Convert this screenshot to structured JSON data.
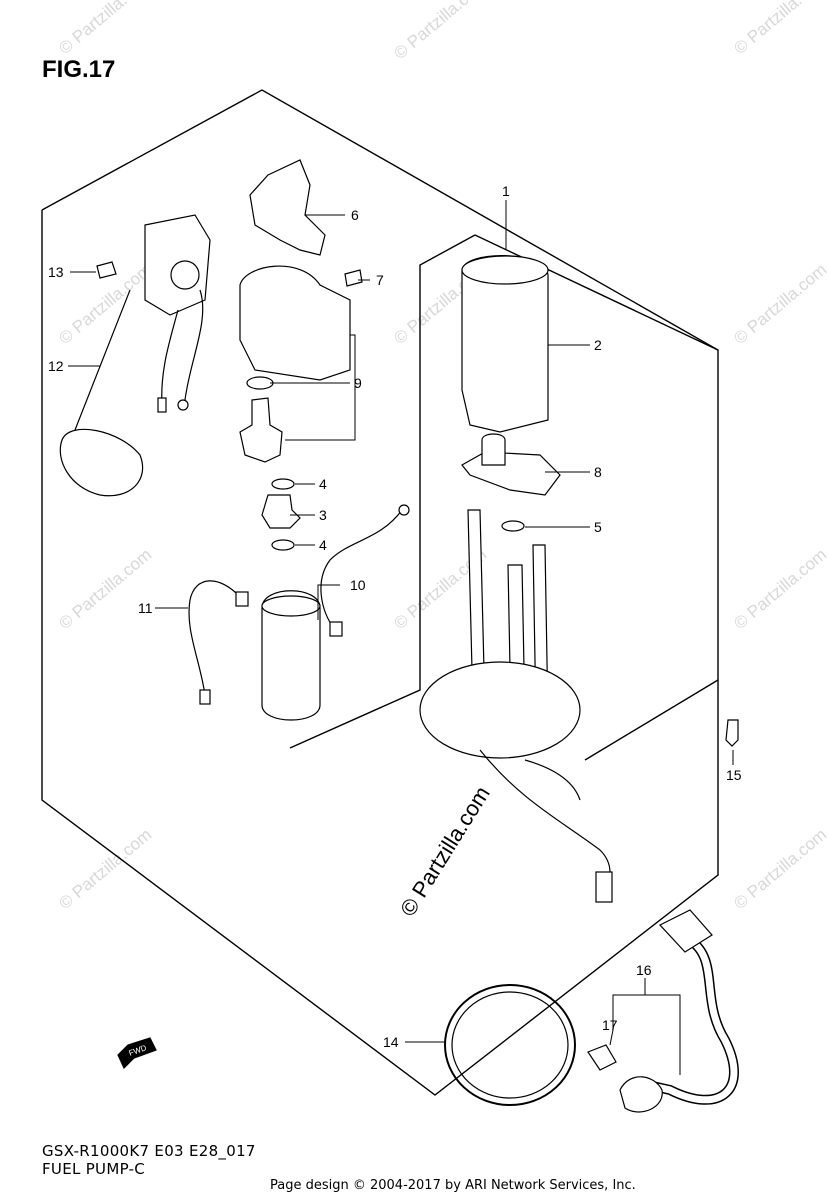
{
  "figure": {
    "title": "FIG.17",
    "code": "GSX-R1000K7 E03 E28_017",
    "name": "FUEL PUMP-C"
  },
  "footer": "Page design © 2004-2017 by ARI Network Services, Inc.",
  "watermark": "© Partzilla.com",
  "direction_arrow": "FWD",
  "callouts": [
    "1",
    "2",
    "3",
    "4",
    "4",
    "5",
    "6",
    "7",
    "8",
    "9",
    "10",
    "11",
    "12",
    "13",
    "14",
    "15",
    "16",
    "17"
  ]
}
